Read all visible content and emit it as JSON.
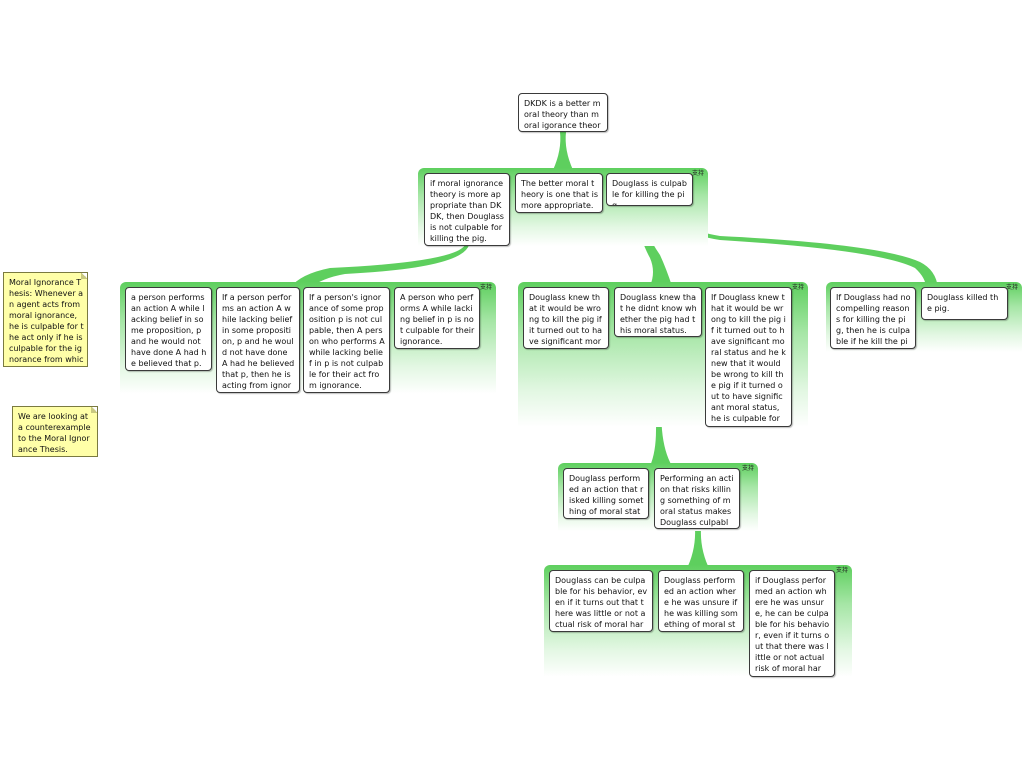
{
  "tag_label": "支持",
  "root": {
    "text": "DKDK is a better moral theory than moral igorance theory"
  },
  "level1": [
    {
      "text": "if moral ignorance theory is more appropriate than DKDK, then Douglass is not culpable for killing the pig."
    },
    {
      "text": "The better moral theory is one that is more appropriate."
    },
    {
      "text": "Douglass is culpable for killing the pig."
    }
  ],
  "group_a": [
    {
      "text": "a person performs an action A while lacking belief in some proposition, p and he would not have done A had he believed that p."
    },
    {
      "text": "If a person performs an action A while lacking belief in some proposition, p and he would not have done A had he believed that p, then he is acting from ignorance."
    },
    {
      "text": "If a person's ignorance of some proposition p is not culpable, then A person who performs A while lacking belief in p is not culpable for their act from ignorance."
    },
    {
      "text": "A person who performs A while lacking belief in p is not culpable for their ignorance."
    }
  ],
  "group_b": [
    {
      "text": "Douglass knew that it would be wrong to kill the pig if it turned out to have significant moral status."
    },
    {
      "text": "Douglass knew that he didnt know whether the pig had this moral status."
    },
    {
      "text": "If Douglass knew that it would be wrong to kill the pig if it turned out to have significant moral status and he knew that it would be wrong to kill the pig if it turned out to have significant moral status, he is culpable for killing the pig."
    }
  ],
  "group_c": [
    {
      "text": "If Douglass had no compelling reasons for killing the pig, then he is culpable if he kill the pig."
    },
    {
      "text": "Douglass killed the pig."
    }
  ],
  "group_d": [
    {
      "text": "Douglass performed an action that risked  killing something of moral status."
    },
    {
      "text": "Performing an action that risks killing something of moral status makes Douglass culpable."
    }
  ],
  "group_e": [
    {
      "text": "Douglass can be culpable for his behavior, even if it turns out that there was little or not actual risk of moral harm."
    },
    {
      "text": "Douglass performed an action where he was unsure if he was killing something of moral status."
    },
    {
      "text": "if Douglass performed an action where he was unsure, he can be culpable for his behavior, even if it turns out that there was little or not actual risk of moral harm."
    }
  ],
  "notes": [
    {
      "text": "Moral Ignorance Thesis: Whenever an agent acts from moral ignorance, he is culpable for the act only if he is culpable for the ignorance from which he acts."
    },
    {
      "text": "We are looking at a counterexample to the Moral Ignorance Thesis."
    }
  ],
  "colors": {
    "branch": "#5ecf5e",
    "group_top": "#5ecf5e",
    "note": "#ffffa8"
  }
}
